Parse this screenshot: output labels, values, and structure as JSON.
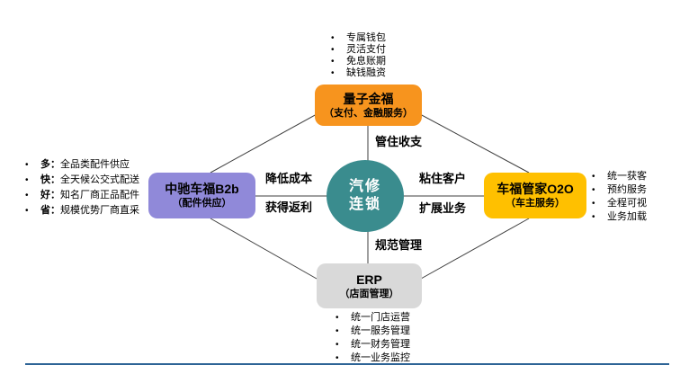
{
  "bullet": "•",
  "center": {
    "line1": "汽修",
    "line2": "连锁",
    "color": "#3A8C8E"
  },
  "nodes": {
    "top": {
      "title": "量子金福",
      "subtitle": "（支付、金融服务）",
      "color": "#F7941E"
    },
    "left": {
      "title": "中驰车福B2b",
      "subtitle": "（配件供应）",
      "color": "#9089D9"
    },
    "right": {
      "title": "车福管家O2O",
      "subtitle": "（车主服务）",
      "color": "#FFC000"
    },
    "bottom": {
      "title": "ERP",
      "subtitle": "（店面管理）",
      "color": "#D9D9D9"
    }
  },
  "edge_labels": {
    "top": "管住收支",
    "left_upper": "降低成本",
    "left_lower": "获得返利",
    "right_upper": "粘住客户",
    "right_lower": "扩展业务",
    "bottom": "规范管理"
  },
  "lists": {
    "top": {
      "items": [
        "专属钱包",
        "灵活支付",
        "免息账期",
        "缺钱融资"
      ]
    },
    "left": {
      "items": [
        {
          "em": "多：",
          "text": "全品类配件供应"
        },
        {
          "em": "快：",
          "text": "全天候公交式配送"
        },
        {
          "em": "好：",
          "text": "知名厂商正品配件"
        },
        {
          "em": "省：",
          "text": "规模优势厂商直采"
        }
      ]
    },
    "right": {
      "items": [
        "统一获客",
        "预约服务",
        "全程可视",
        "业务加载"
      ]
    },
    "bottom": {
      "items": [
        "统一门店运营",
        "统一服务管理",
        "统一财务管理",
        "统一业务监控"
      ]
    }
  },
  "footer": {
    "line_color": "#2E6496"
  }
}
